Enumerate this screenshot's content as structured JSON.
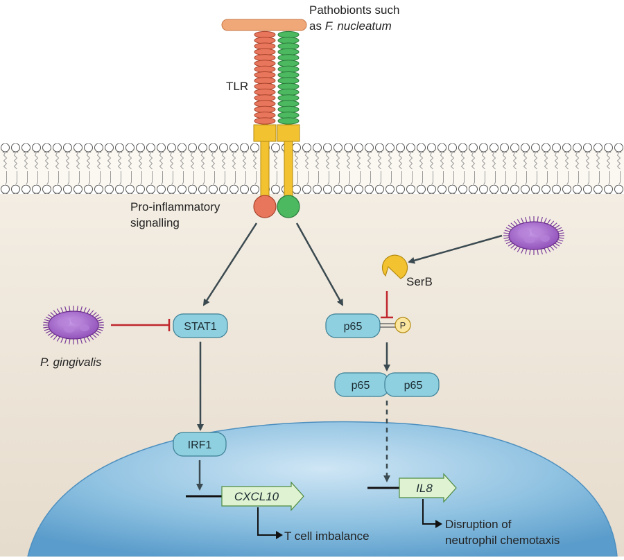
{
  "labels": {
    "pathobionts_line1": "Pathobionts such",
    "pathobionts_line2_prefix": "as ",
    "pathobionts_line2_species": "F. nucleatum",
    "tlr": "TLR",
    "proinflammatory_line1": "Pro-inflammatory",
    "proinflammatory_line2": "signalling",
    "pgingivalis": "P. gingivalis",
    "serb": "SerB",
    "tcell": "T cell imbalance",
    "disruption_line1": "Disruption of",
    "disruption_line2": "neutrophil chemotaxis"
  },
  "nodes": {
    "stat1": "STAT1",
    "p65_single": "p65",
    "phospho": "P",
    "p65_dimer_left": "p65",
    "p65_dimer_right": "p65",
    "irf1": "IRF1"
  },
  "genes": {
    "cxcl10": "CXCL10",
    "il8": "IL8"
  },
  "colors": {
    "receptor_left": "#e8765c",
    "receptor_right": "#4cb860",
    "ligand": "#f0a878",
    "transmembrane": "#f2c230",
    "protein_fill": "#8fd0e0",
    "gene_fill": "#dff3d2",
    "serb_fill": "#f2c230",
    "phospho_fill": "#fbe6a0",
    "bacterium": "#9a5cc0",
    "inhibition": "#c0272d",
    "arrow": "#3b4a50",
    "nucleus": "#7fb7d8",
    "cytoplasm": "#efe7da"
  }
}
